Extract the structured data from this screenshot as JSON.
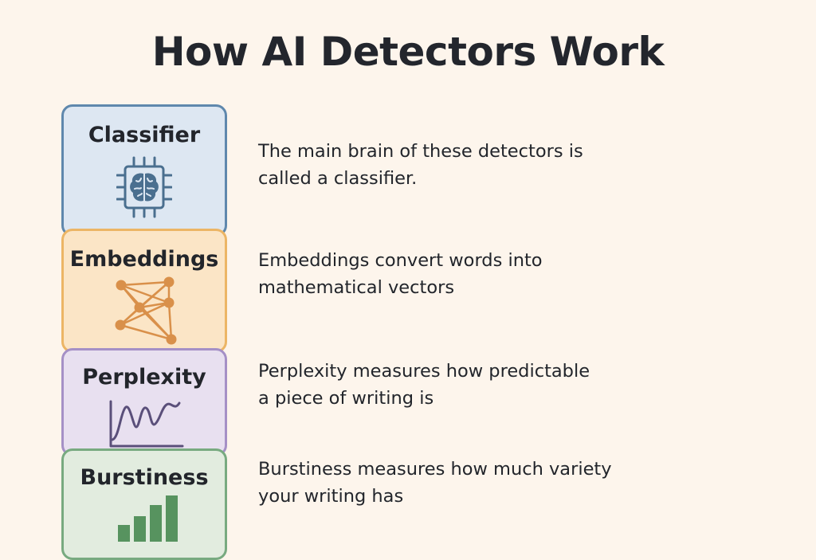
{
  "title": "How AI Detectors Work",
  "steps": [
    {
      "label": "Classifier",
      "icon": "brain-chip-icon",
      "fill": "#dde7f2",
      "border": "#5f88ad",
      "accent": "#4a6f8f",
      "description_lines": [
        "The main brain of these detectors is",
        "called a classifier."
      ]
    },
    {
      "label": "Embeddings",
      "icon": "network-graph-icon",
      "fill": "#fbe5c6",
      "border": "#ecb565",
      "accent": "#d9904a",
      "description_lines": [
        "Embeddings convert words into",
        "mathematical vectors"
      ]
    },
    {
      "label": "Perplexity",
      "icon": "wave-chart-icon",
      "fill": "#e8e0f0",
      "border": "#a590c6",
      "accent": "#5a4f7a",
      "description_lines": [
        "Perplexity measures how predictable",
        "a piece of writing is"
      ]
    },
    {
      "label": "Burstiness",
      "icon": "bar-chart-icon",
      "fill": "#e2ecdf",
      "border": "#78aa80",
      "accent": "#57935f",
      "description_lines": [
        "Burstiness measures how much variety",
        "your writing has"
      ]
    }
  ]
}
